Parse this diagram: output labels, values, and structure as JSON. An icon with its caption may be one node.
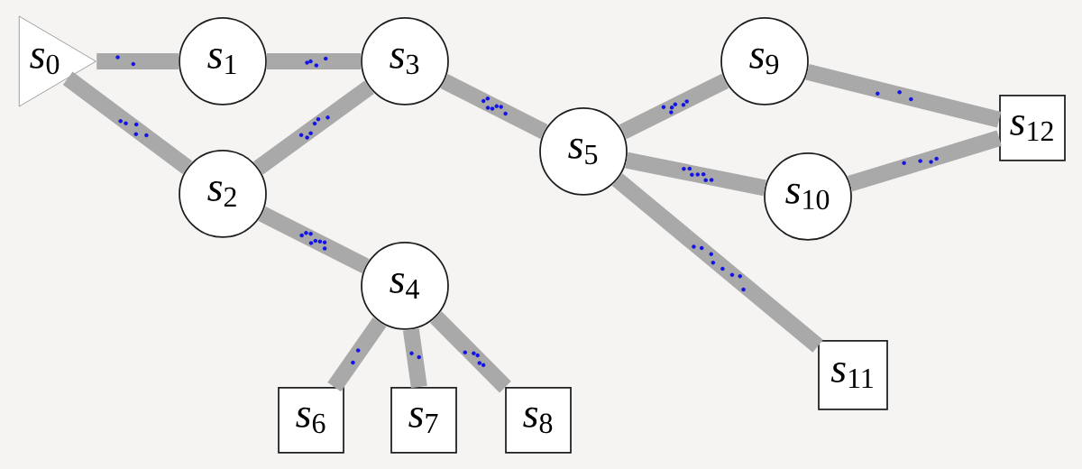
{
  "diagram": {
    "nodes": [
      {
        "text": [
          "*s*$_{0}$"
        ]
      },
      {
        "text": [
          "*s*$_{1}$"
        ]
      },
      {
        "text": [
          "*s*$_{2}$"
        ]
      },
      {
        "text": [
          "*s*$_{3}$"
        ]
      },
      {
        "text": [
          "*s*$_{4}$"
        ]
      },
      {
        "text": [
          "*s*$_{5}$"
        ]
      },
      {
        "text": [
          "*s*$_{6}$"
        ]
      },
      {
        "text": [
          "*s*$_{7}$"
        ]
      },
      {
        "text": [
          "*s*$_{8}$"
        ]
      },
      {
        "text": [
          "*s*$_{9}$"
        ]
      },
      {
        "text": [
          "*s*$_{10}$"
        ]
      },
      {
        "text": [
          "*s*$_{11}$"
        ]
      },
      {
        "text": [
          "*s*$_{12}$"
        ]
      }
    ],
    "edges": [
      {
        "from": 0,
        "to": 1,
        "arrow": "none"
      },
      {
        "from": 1,
        "to": 3,
        "arrow": "none"
      },
      {
        "from": 0,
        "to": 2,
        "arrow": "none"
      },
      {
        "from": 2,
        "to": 3,
        "arrow": "none"
      },
      {
        "from": 3,
        "to": 5,
        "arrow": "none"
      },
      {
        "from": 2,
        "to": 4,
        "arrow": "none"
      },
      {
        "from": 4,
        "to": 6,
        "arrow": "none"
      },
      {
        "from": 4,
        "to": 7,
        "arrow": "none"
      },
      {
        "from": 4,
        "to": 8,
        "arrow": "none"
      },
      {
        "from": 5,
        "to": 9,
        "arrow": "none"
      },
      {
        "from": 5,
        "to": 10,
        "arrow": "none"
      },
      {
        "from": 5,
        "to": 11,
        "arrow": "none"
      },
      {
        "from": 9,
        "to": 12,
        "arrow": "none"
      },
      {
        "from": 10,
        "to": 12,
        "arrow": "none"
      }
    ]
  }
}
